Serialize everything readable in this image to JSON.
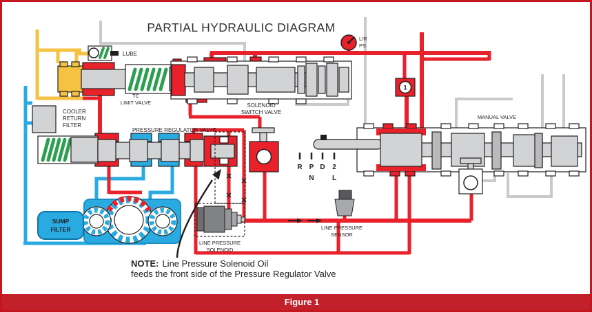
{
  "title": "PARTIAL HYDRAULIC DIAGRAM",
  "footer": {
    "caption": "Figure 1"
  },
  "note": {
    "prefix": "NOTE:",
    "line1_rest": "Line Pressure Solenoid Oil",
    "line2": "feeds the front side of the Pressure Regulator Valve"
  },
  "components": {
    "lube": {
      "label": "LUBE"
    },
    "tc_limit_valve": {
      "label_line1": "TC",
      "label_line2": "LIMIT VALVE"
    },
    "cooler_return_filter": {
      "label_line1": "COOLER",
      "label_line2": "RETURN",
      "label_line3": "FILTER"
    },
    "pressure_regulator_valve": {
      "label": "PRESSURE REGULATOR VALVE"
    },
    "solenoid_switch_valve": {
      "label_line1": "SOLENOID",
      "label_line2": "SWITCH VALVE"
    },
    "lr_pressure_switch": {
      "label_line1": "L/R",
      "label_line2": "PS"
    },
    "checkball_1": {
      "number": "1"
    },
    "manual_valve": {
      "label": "MANUAL VALVE"
    },
    "gear_positions": {
      "p1": "R",
      "p2": "P",
      "p3": "D",
      "p4": "2",
      "p5": "N",
      "p6": "L"
    },
    "sump_filter": {
      "label_line1": "SUMP",
      "label_line2": "FILTER"
    },
    "line_pressure_solenoid": {
      "label_line1": "LINE PRESSURE",
      "label_line2": "SOLENOID"
    },
    "line_pressure_sensor": {
      "label_line1": "LINE PRESSURE",
      "label_line2": "SENSOR"
    }
  },
  "colors": {
    "line_red": "#E8212B",
    "line_blue": "#29ABE2",
    "line_yellow": "#F6C242",
    "line_gray": "#C9CACB",
    "spring_green": "#2E9E50",
    "valve_gray": "#D2D3D5",
    "outline": "#231F20",
    "frame_red": "#C4161E",
    "footer_red": "#C2202B"
  }
}
